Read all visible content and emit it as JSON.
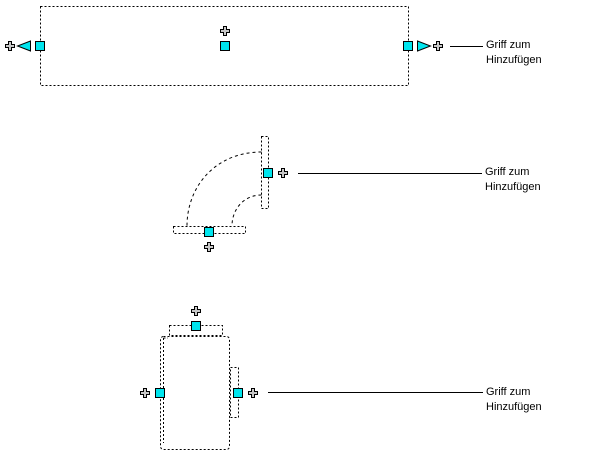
{
  "colors": {
    "grip_fill": "#00e5ee",
    "outline": "#000000",
    "plus_fill": "#c8c8c8",
    "background": "#ffffff"
  },
  "icons": {
    "grip": "square-grip-icon",
    "add": "plus-icon",
    "arrow": "triangle-arrow-icon"
  },
  "callouts": [
    {
      "line1": "Griff zum",
      "line2": "Hinzufügen"
    },
    {
      "line1": "Griff zum",
      "line2": "Hinzufügen"
    },
    {
      "line1": "Griff zum",
      "line2": "Hinzufügen"
    }
  ]
}
